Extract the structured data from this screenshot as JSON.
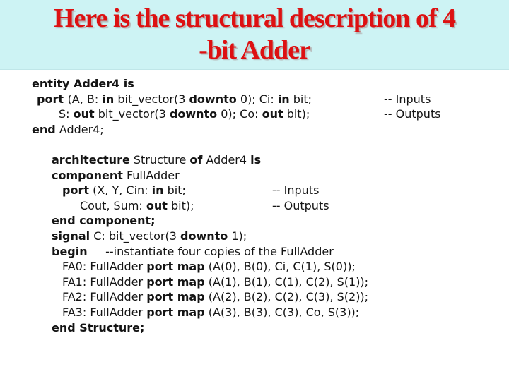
{
  "slide": {
    "title": {
      "line1": "Here is the structural description of 4",
      "line2": "-bit Adder",
      "text_color": "#dd1112",
      "band_color": "#cdf3f4"
    },
    "background_color": "#ffffff",
    "code_color": "#141414"
  },
  "code": {
    "lines": [
      {
        "segments": [
          {
            "t": "entity Adder4 is"
          }
        ]
      },
      {
        "segments": [
          {
            "t": "port "
          },
          {
            "t": "(A, B: "
          },
          {
            "t": "in"
          },
          {
            "t": " bit_vector(3 "
          },
          {
            "t": "downto"
          },
          {
            "t": " 0); Ci: "
          },
          {
            "t": "in"
          },
          {
            "t": " bit;"
          }
        ],
        "comment": "-- Inputs"
      },
      {
        "segments": [
          {
            "t": "S: "
          },
          {
            "t": "out"
          },
          {
            "t": " bit_vector(3 "
          },
          {
            "t": "downto"
          },
          {
            "t": " 0); Co: "
          },
          {
            "t": "out"
          },
          {
            "t": " bit);"
          }
        ],
        "comment": "-- Outputs"
      },
      {
        "segments": [
          {
            "t": "end"
          },
          {
            "t": " Adder4;"
          }
        ]
      },
      {
        "segments": []
      },
      {
        "segments": [
          {
            "t": "architecture"
          },
          {
            "t": " Structure "
          },
          {
            "t": "of"
          },
          {
            "t": " Adder4 "
          },
          {
            "t": "is"
          }
        ]
      },
      {
        "segments": [
          {
            "t": "component"
          },
          {
            "t": " FullAdder"
          }
        ]
      },
      {
        "segments": [
          {
            "t": "port"
          },
          {
            "t": " (X, Y, Cin: "
          },
          {
            "t": "in"
          },
          {
            "t": " bit;"
          }
        ],
        "comment": "-- Inputs"
      },
      {
        "segments": [
          {
            "t": "Cout, Sum: "
          },
          {
            "t": "out"
          },
          {
            "t": " bit);"
          }
        ],
        "comment": "-- Outputs"
      },
      {
        "segments": [
          {
            "t": "end component;"
          }
        ]
      },
      {
        "segments": [
          {
            "t": "signal"
          },
          {
            "t": " C: bit_vector(3 "
          },
          {
            "t": "downto"
          },
          {
            "t": " 1);"
          }
        ]
      },
      {
        "segments": [
          {
            "t": "begin"
          },
          {
            "t": "     --instantiate four copies of the FullAdder"
          }
        ]
      },
      {
        "segments": [
          {
            "t": "FA0: FullAdder "
          },
          {
            "t": "port map"
          },
          {
            "t": " (A(0), B(0), Ci, C(1), S(0));"
          }
        ]
      },
      {
        "segments": [
          {
            "t": "FA1: FullAdder "
          },
          {
            "t": "port map"
          },
          {
            "t": " (A(1), B(1), C(1), C(2), S(1));"
          }
        ]
      },
      {
        "segments": [
          {
            "t": "FA2: FullAdder "
          },
          {
            "t": "port map"
          },
          {
            "t": " (A(2), B(2), C(2), C(3), S(2));"
          }
        ]
      },
      {
        "segments": [
          {
            "t": "FA3: FullAdder "
          },
          {
            "t": "port map"
          },
          {
            "t": " (A(3), B(3), C(3), Co, S(3));"
          }
        ]
      },
      {
        "segments": [
          {
            "t": "end Structure;"
          }
        ]
      }
    ]
  }
}
